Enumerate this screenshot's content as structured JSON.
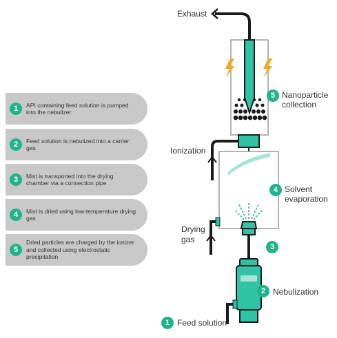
{
  "colors": {
    "accent": "#21b38a",
    "teal_fill": "#2ec4a5",
    "teal_light": "#a7e3d6",
    "pill_bg": "#c8c8c8",
    "line": "#1a1a1a",
    "lightning": "#f2a81d"
  },
  "steps": [
    {
      "num": "1",
      "text": "API containing feed solution is pumped into the nebulizer"
    },
    {
      "num": "2",
      "text": "Feed solution is nebulized into a carrier gas"
    },
    {
      "num": "3",
      "text": "Mist is transported into the drying chamber via a connection pipe"
    },
    {
      "num": "4",
      "text": "Mist is dried using low-temperature drying gas"
    },
    {
      "num": "5",
      "text": "Dried particles are charged by the ionizer and collected using electrostatic precipitation"
    }
  ],
  "diagram": {
    "exhaust": "Exhaust",
    "ionization": "Ionization",
    "drying_gas": "Drying gas",
    "nanoparticle_num": "5",
    "nanoparticle_label": "Nanoparticle collection",
    "solvent_num": "4",
    "solvent_label": "Solvent evaporation",
    "pipe_num": "3",
    "nebulization_num": "2",
    "nebulization_label": "Nebulization",
    "feed_num": "1",
    "feed_label": "Feed solution"
  }
}
